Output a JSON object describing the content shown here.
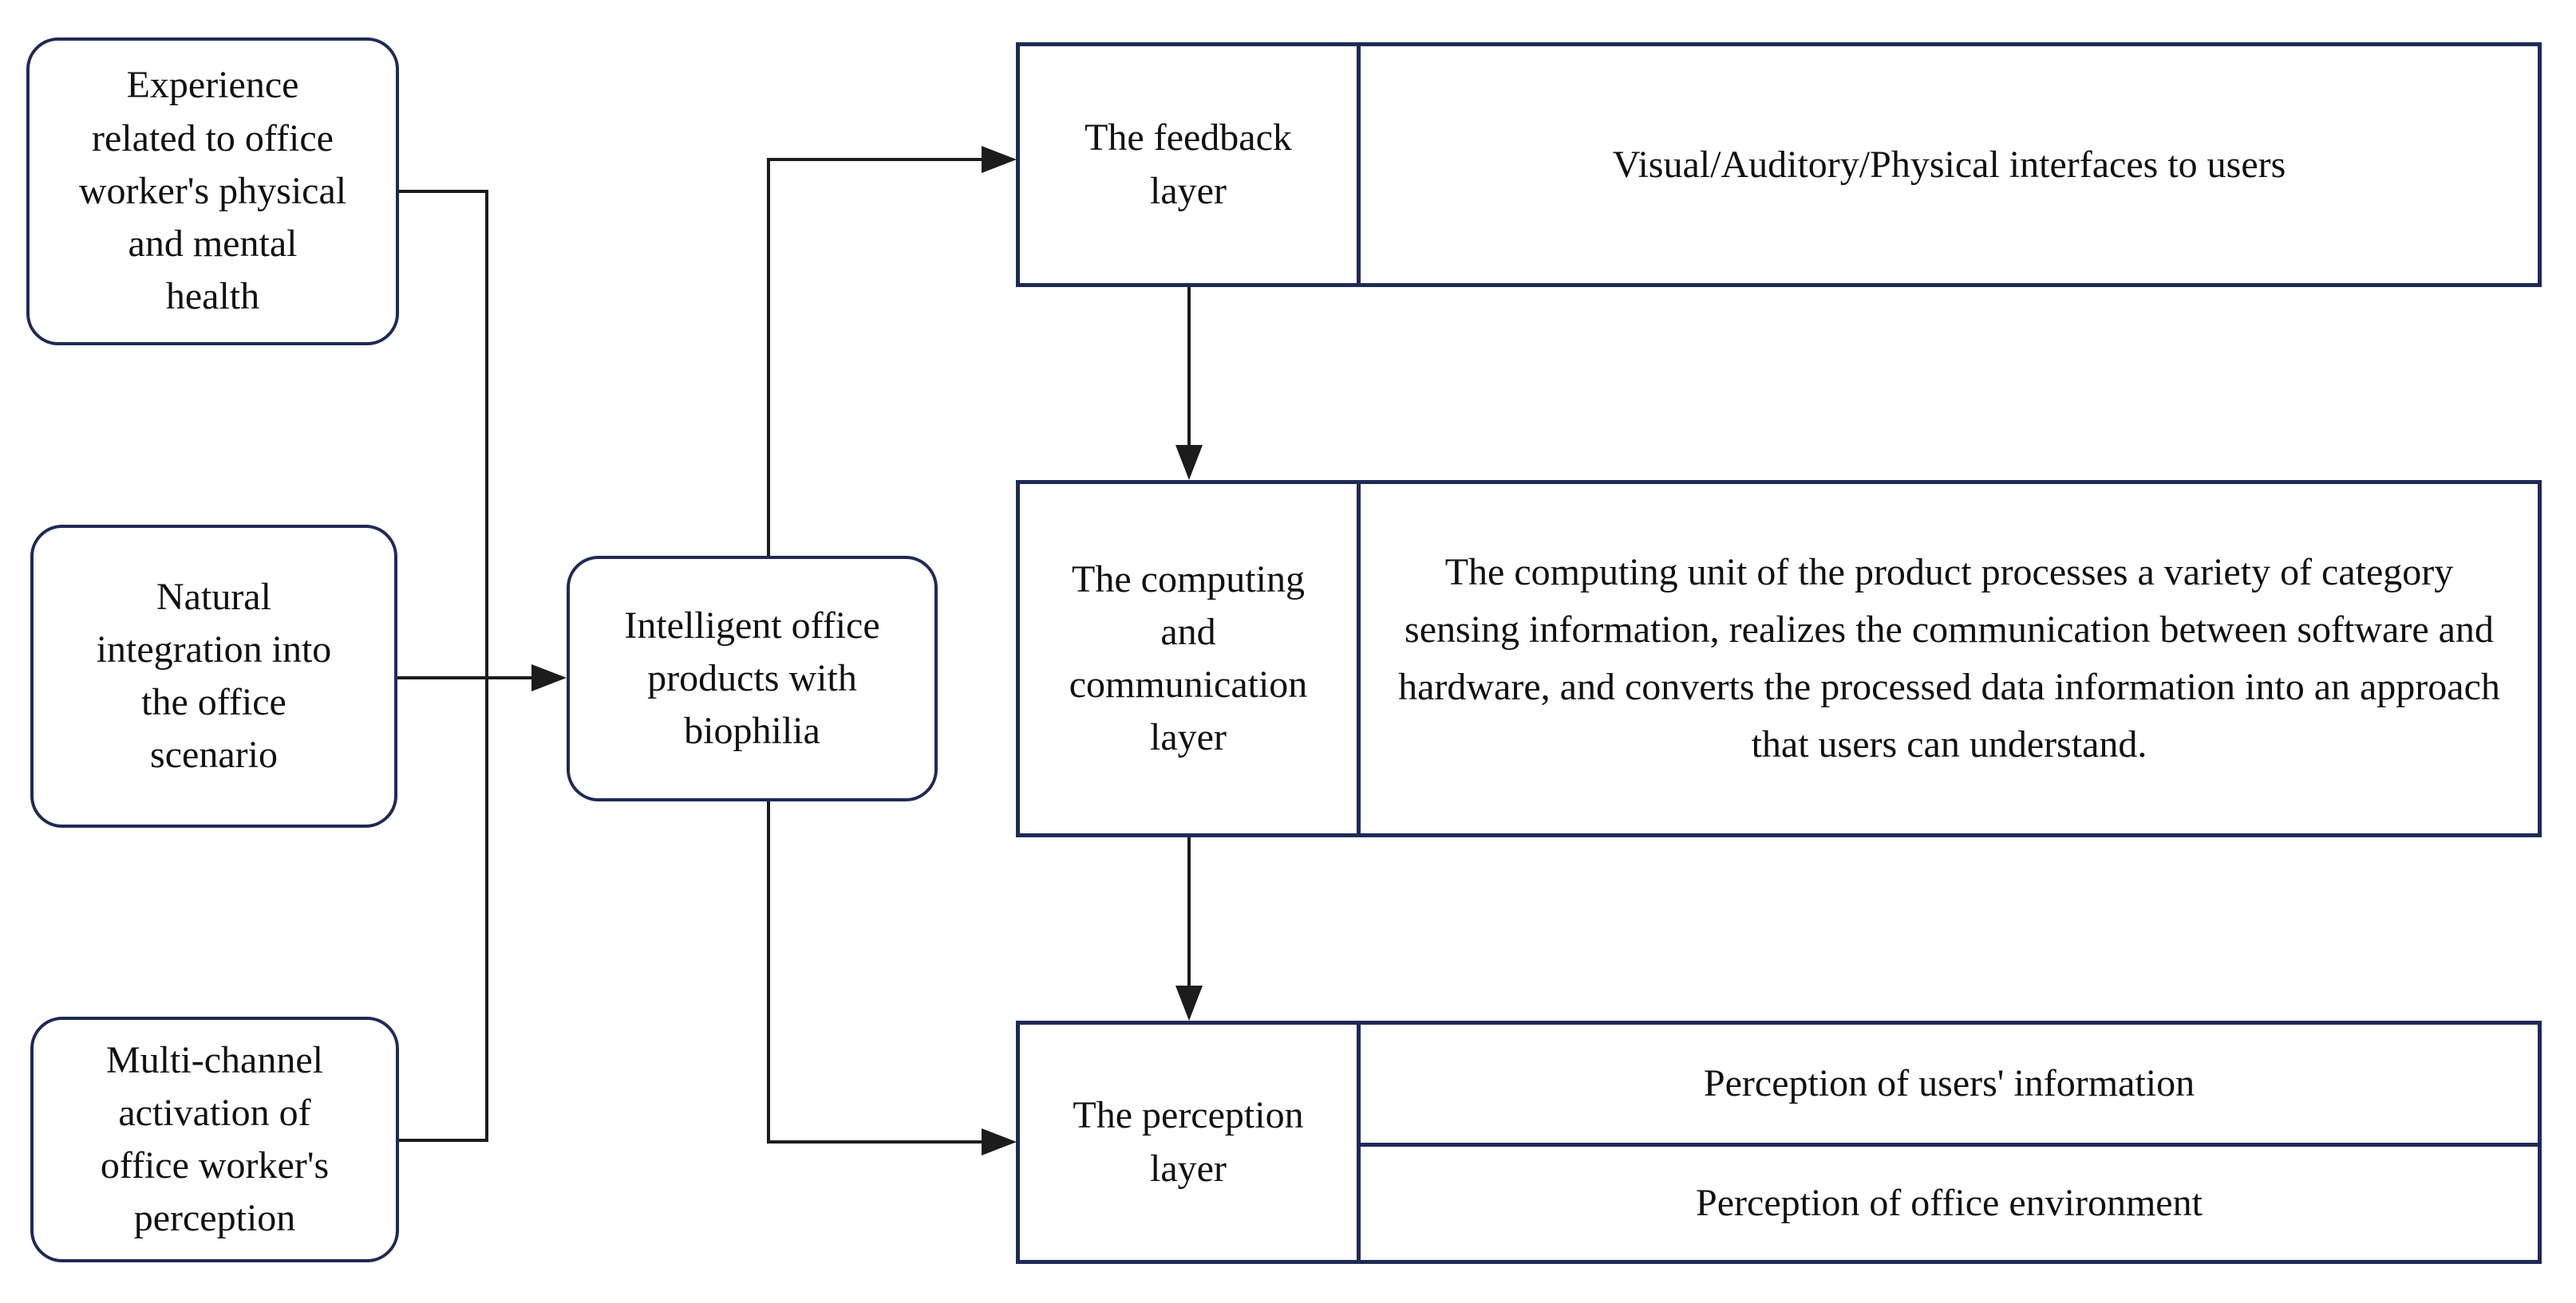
{
  "diagram": {
    "inputs": [
      {
        "label": "Experience\nrelated to office\nworker's physical\nand mental\nhealth"
      },
      {
        "label": "Natural\nintegration into\nthe office\nscenario"
      },
      {
        "label": "Multi-channel\nactivation of\noffice worker's\nperception"
      }
    ],
    "hub": {
      "label": "Intelligent office\nproducts with\nbiophilia"
    },
    "layers": [
      {
        "name": "The feedback\nlayer",
        "description": "Visual/Auditory/Physical interfaces to users"
      },
      {
        "name": "The computing\nand\ncommunication\nlayer",
        "description": "The computing unit of the product processes a variety of category sensing information, realizes the communication between software and hardware, and converts the processed data information into an approach that users can understand."
      },
      {
        "name": "The perception\nlayer",
        "descriptions": [
          "Perception of users' information",
          "Perception of office environment"
        ]
      }
    ],
    "colors": {
      "box_border": "#1f2a55",
      "table_border": "#1f2a55",
      "connector": "#1c1c1c",
      "text": "#111111",
      "background": "#ffffff"
    }
  }
}
